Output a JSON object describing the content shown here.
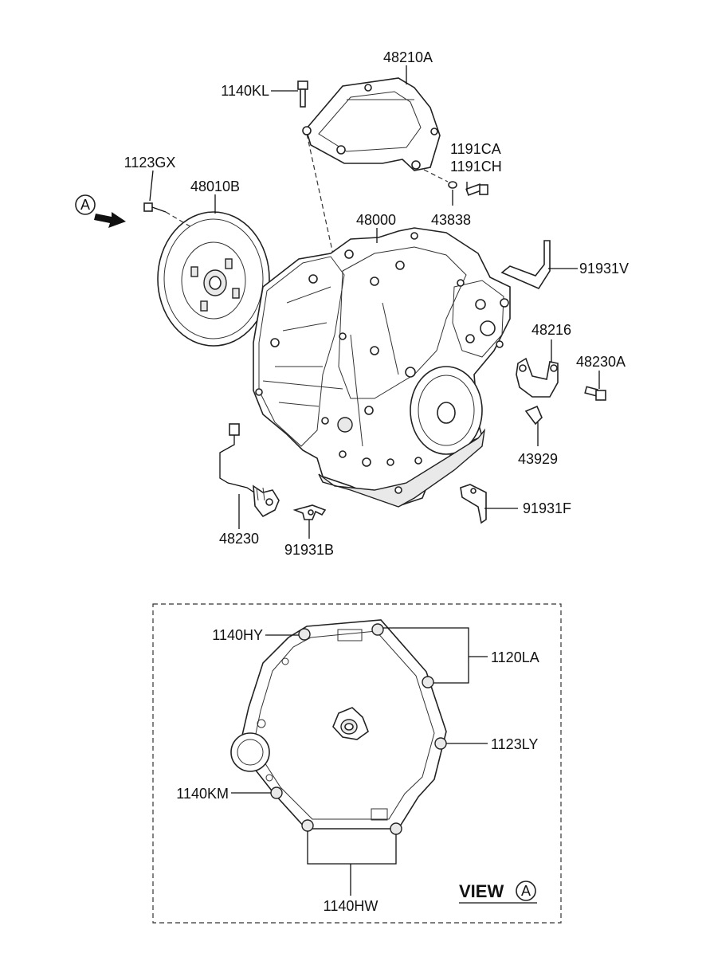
{
  "callouts": {
    "c48210A": "48210A",
    "c1140KL": "1140KL",
    "c1191CA": "1191CA",
    "c1191CH": "1191CH",
    "c1123GX": "1123GX",
    "c48010B": "48010B",
    "c48000": "48000",
    "c43838": "43838",
    "c91931V": "91931V",
    "c48216": "48216",
    "c48230A": "48230A",
    "c43929": "43929",
    "c91931F": "91931F",
    "c48230": "48230",
    "c91931B": "91931B",
    "c1140HY": "1140HY",
    "c1120LA": "1120LA",
    "c1123LY": "1123LY",
    "c1140KM": "1140KM",
    "c1140HW": "1140HW"
  },
  "view": {
    "marker": "A",
    "label": "VIEW",
    "letter": "A"
  },
  "icons": {
    "arrow": "view-direction-arrow-icon",
    "circle": "circled-letter-icon"
  }
}
